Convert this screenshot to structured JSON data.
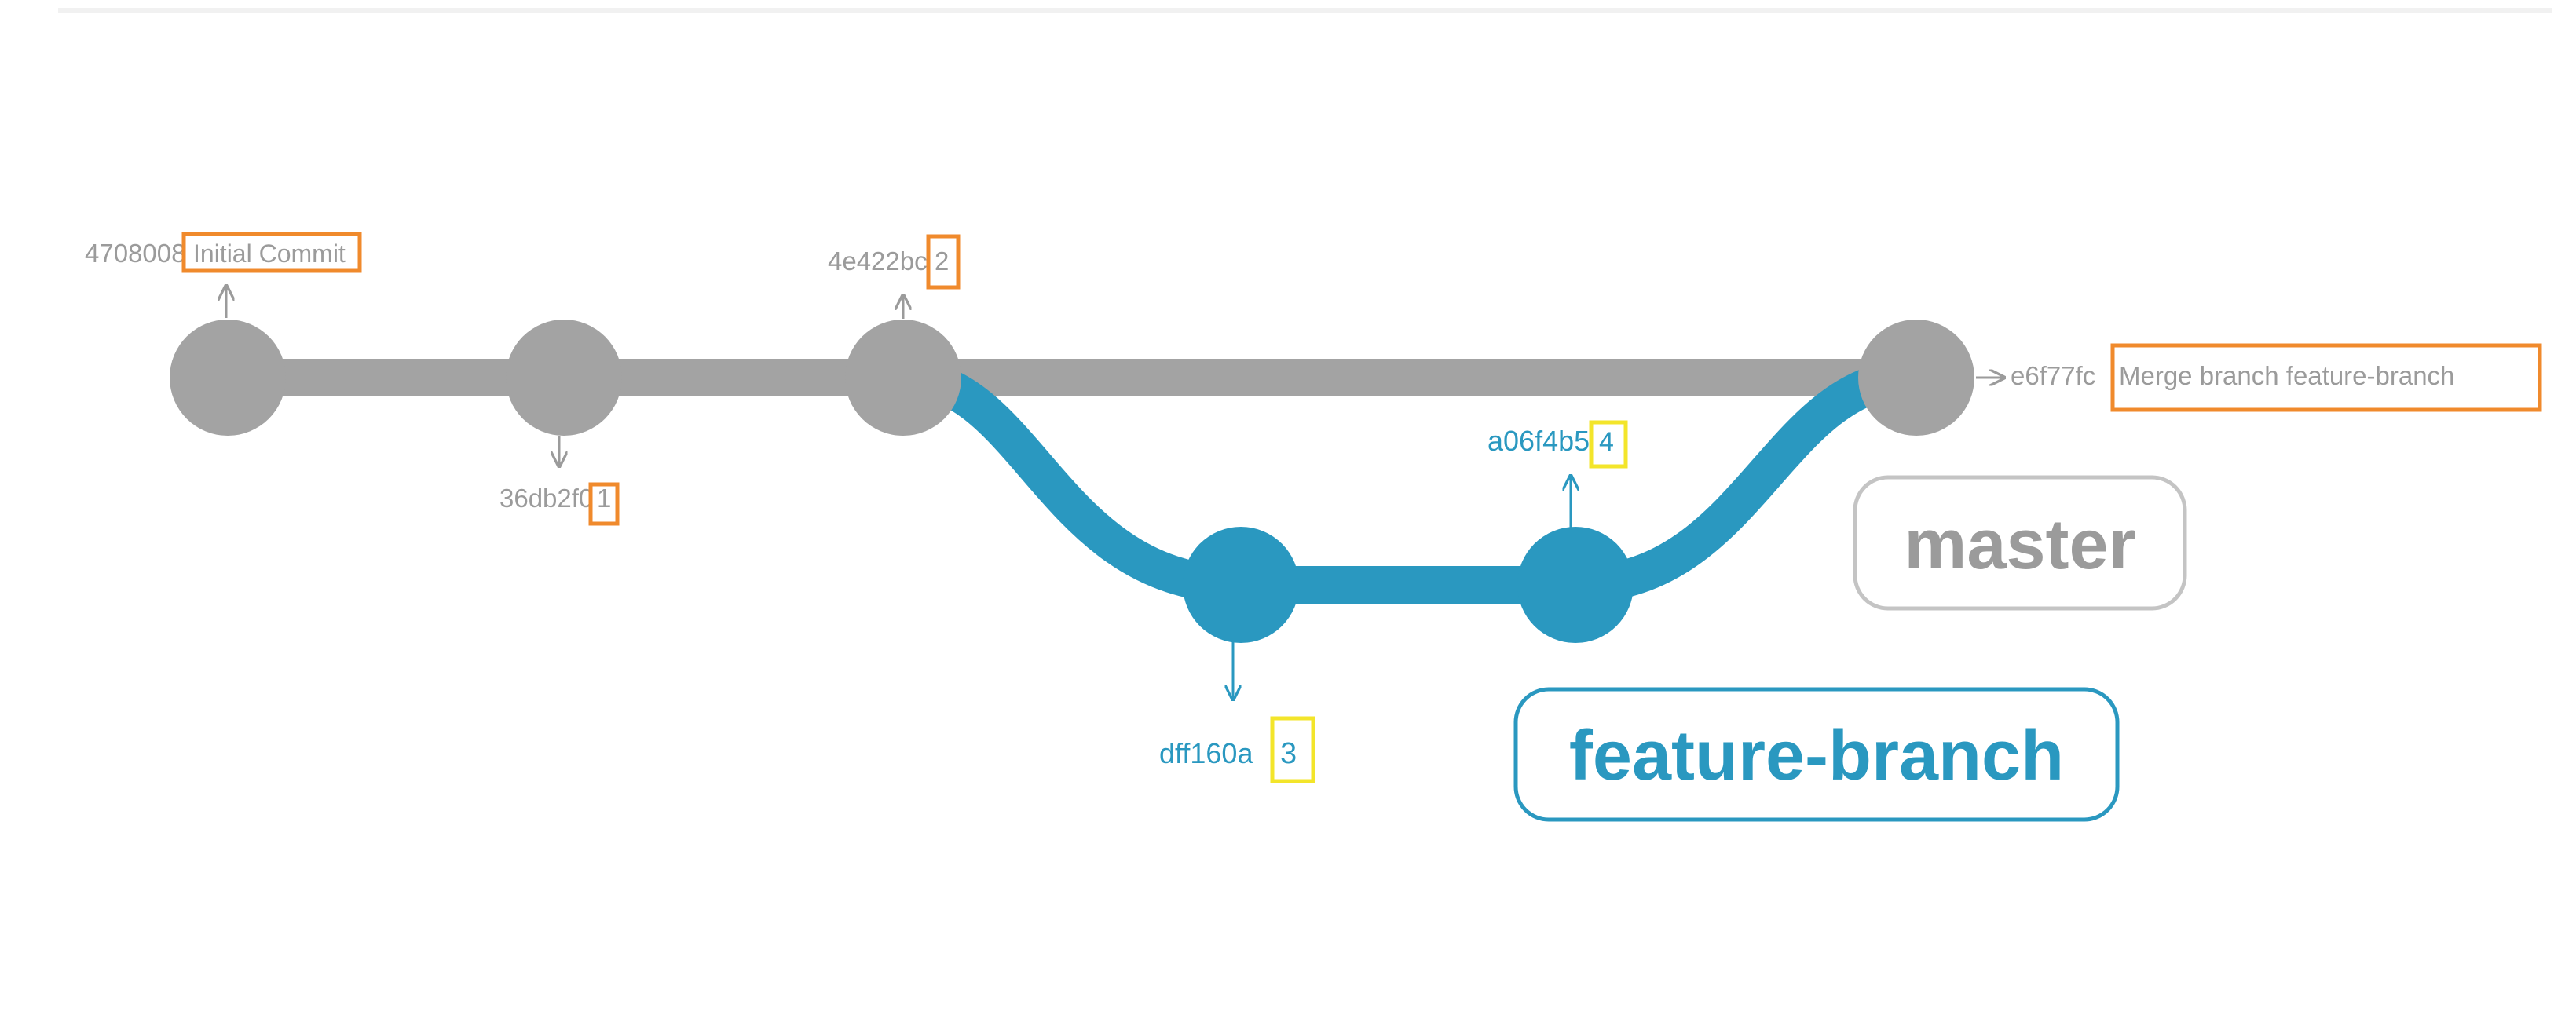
{
  "colors": {
    "master": "#a3a3a3",
    "feature": "#2a98c0",
    "highlight_orange": "#f08a2c",
    "highlight_yellow": "#f3e52a"
  },
  "branches": {
    "master": "master",
    "feature": "feature-branch"
  },
  "commits": [
    {
      "id": "c0",
      "hash": "4708008",
      "message": "Initial Commit",
      "branch": "master"
    },
    {
      "id": "c1",
      "hash": "36db2f0",
      "message": "1",
      "branch": "master"
    },
    {
      "id": "c2",
      "hash": "4e422bc",
      "message": "2",
      "branch": "master"
    },
    {
      "id": "c3",
      "hash": "dff160a",
      "message": "3",
      "branch": "feature-branch"
    },
    {
      "id": "c4",
      "hash": "a06f4b5",
      "message": "4",
      "branch": "feature-branch"
    },
    {
      "id": "c5",
      "hash": "e6f77fc",
      "message": "Merge branch feature-branch",
      "branch": "master"
    }
  ]
}
